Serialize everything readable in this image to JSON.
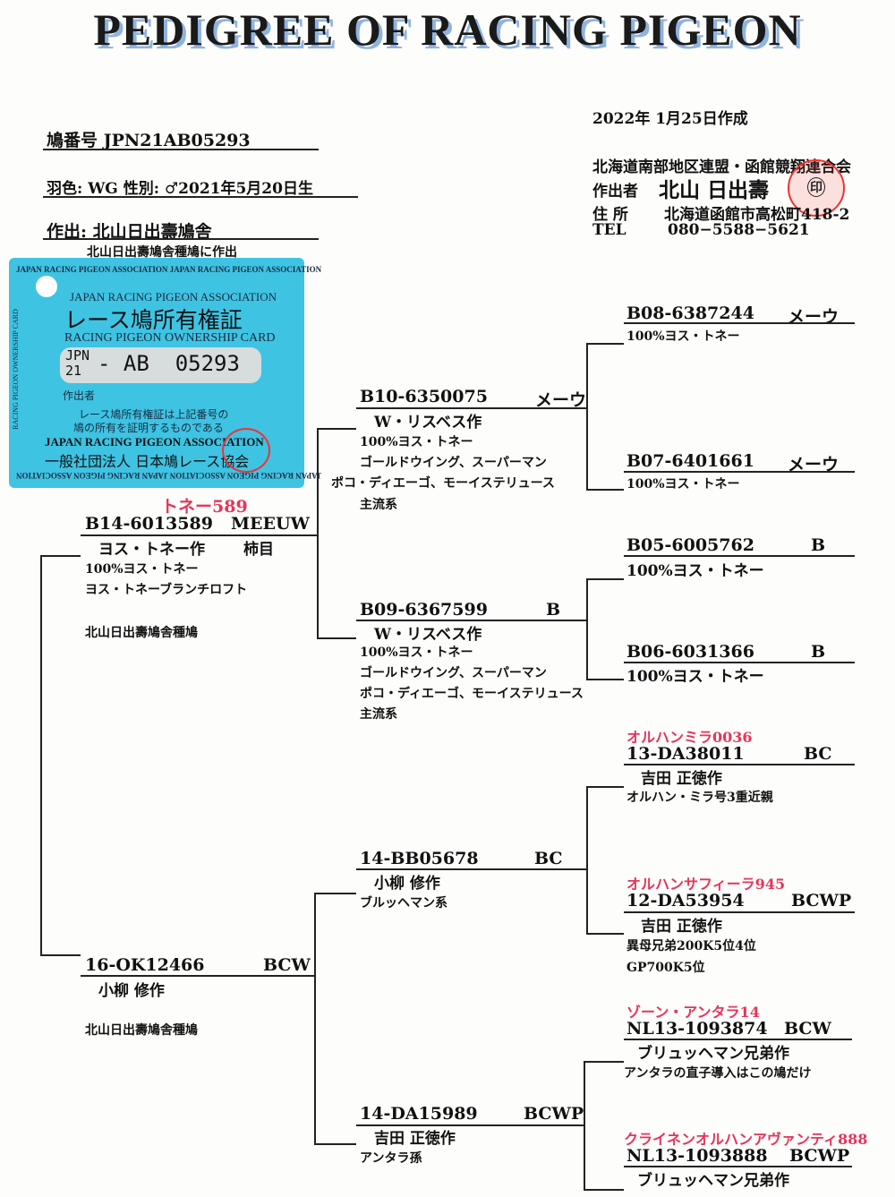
{
  "title": "PEDIGREE OF RACING PIGEON",
  "info": {
    "ring": "鳩番号 JPN21AB05293",
    "color_sex": "羽色: WG 性別: ♂2021年5月20日生",
    "breeder": "作出: 北山日出壽鳩舎",
    "note": "北山日出壽鳩舎種鳩に作出"
  },
  "header": {
    "date": "2022年 1月25日作成",
    "club": "北海道南部地区連盟・函館競翔連合会",
    "maker_label": "作出者",
    "maker_name": "北山 日出壽",
    "seal": "印",
    "addr_label": "住 所",
    "addr": "北海道函館市高松町418-2",
    "tel_label": "TEL",
    "tel": "080−5588−5621"
  },
  "card": {
    "top_border": "JAPAN RACING PIGEON ASSOCIATION JAPAN RACING PIGEON ASSOCIATION",
    "assoc": "JAPAN RACING PIGEON ASSOCIATION",
    "title_jp": "レース鳩所有権証",
    "title_en": "RACING PIGEON OWNERSHIP CARD",
    "jpn": "JPN",
    "year": "21",
    "ring": "- AB  05293",
    "maker_label": "作出者",
    "cert1": "レース鳩所有権証は上記番号の",
    "cert2": "鳩の所有を証明するものである",
    "assoc2": "JAPAN RACING PIGEON ASSOCIATION",
    "org": "一般社団法人 日本鳩レース協会",
    "bottom_border": "JAPAN RACING PIGEON ASSOCIATION JAPAN RACING PIGEON ASSOCIATION",
    "side": "RACING PIGEON OWNERSHIP CARD"
  },
  "sire": {
    "nick": "トネー589",
    "ring": "B14-6013589",
    "color": "MEEUW",
    "breeder": "ヨス・トネー作",
    "mark": "柿目",
    "l1": "100%ヨス・トネー",
    "l2": "ヨス・トネーブランチロフト",
    "l3": "北山日出壽鳩舎種鳩"
  },
  "dam": {
    "ring": "16-OK12466",
    "color": "BCW",
    "breeder": "小柳 修作",
    "l1": "北山日出壽鳩舎種鳩"
  },
  "ss": {
    "ring": "B10-6350075",
    "color": "メーウ",
    "breeder": "W・リスベス作",
    "l1": "100%ヨス・トネー",
    "l2": "ゴールドウイング、スーパーマン",
    "l3": "ポコ・ディエーゴ、モーイステリュース",
    "l4": "主流系"
  },
  "sd": {
    "ring": "B09-6367599",
    "color": "B",
    "breeder": "W・リスベス作",
    "l1": "100%ヨス・トネー",
    "l2": "ゴールドウイング、スーパーマン",
    "l3": "ポコ・ディエーゴ、モーイステリュース",
    "l4": "主流系"
  },
  "ds": {
    "ring": "14-BB05678",
    "color": "BC",
    "breeder": "小柳 修作",
    "l1": "ブルッヘマン系"
  },
  "dd": {
    "ring": "14-DA15989",
    "color": "BCWP",
    "breeder": "吉田 正徳作",
    "l1": "アンタラ孫"
  },
  "sss": {
    "ring": "B08-6387244",
    "color": "メーウ",
    "l1": "100%ヨス・トネー"
  },
  "ssd": {
    "ring": "B07-6401661",
    "color": "メーウ",
    "l1": "100%ヨス・トネー"
  },
  "sds": {
    "ring": "B05-6005762",
    "color": "B",
    "l1": "100%ヨス・トネー"
  },
  "sdd": {
    "ring": "B06-6031366",
    "color": "B",
    "l1": "100%ヨス・トネー"
  },
  "dss": {
    "nick": "オルハンミラ0036",
    "ring": "13-DA38011",
    "color": "BC",
    "breeder": "吉田 正徳作",
    "l1": "オルハン・ミラ号3重近親"
  },
  "dsd": {
    "nick": "オルハンサフィーラ945",
    "ring": "12-DA53954",
    "color": "BCWP",
    "breeder": "吉田 正徳作",
    "l1": "異母兄弟200K5位4位",
    "l2": "GP700K5位"
  },
  "dds": {
    "nick": "ゾーン・アンタラ14",
    "ring": "NL13-1093874",
    "color": "BCW",
    "breeder": "ブリュッヘマン兄弟作",
    "l1": "アンタラの直子導入はこの鳩だけ"
  },
  "ddd": {
    "nick": "クライネンオルハンアヴァンティ888",
    "ring": "NL13-1093888",
    "color": "BCWP",
    "breeder": "ブリュッヘマン兄弟作"
  }
}
